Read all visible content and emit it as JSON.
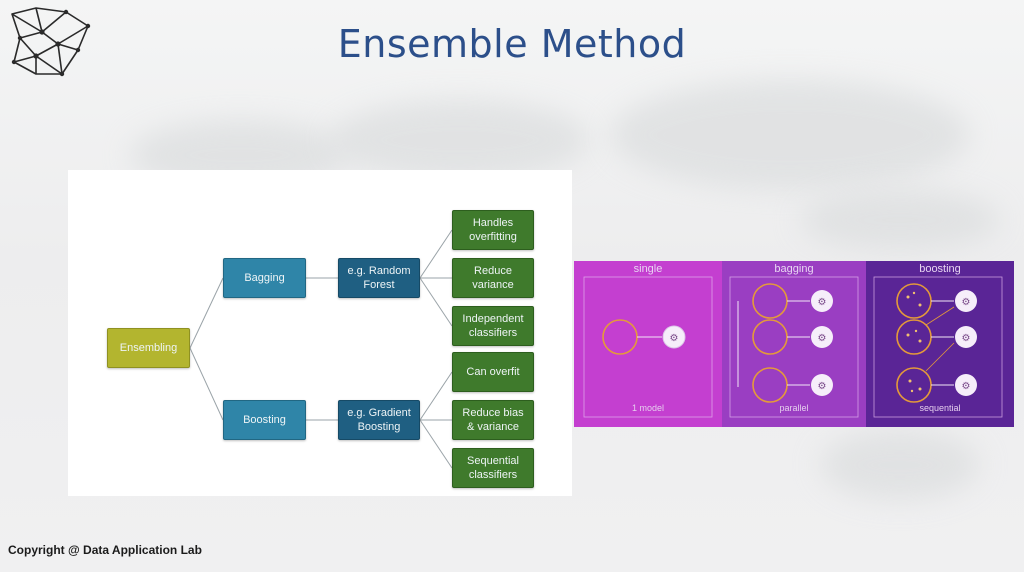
{
  "slide": {
    "title": "Ensemble Method",
    "footer": "Copyright @ Data Application Lab"
  },
  "diagram": {
    "root": "Ensembling",
    "methods": [
      {
        "label": "Bagging",
        "example": "e.g. Random\nForest",
        "properties": [
          "Handles\noverfitting",
          "Reduce\nvariance",
          "Independent\nclassifiers"
        ]
      },
      {
        "label": "Boosting",
        "example": "e.g. Gradient\nBoosting",
        "properties": [
          "Can overfit",
          "Reduce bias\n& variance",
          "Sequential\nclassifiers"
        ]
      }
    ]
  },
  "illustration": {
    "columns": [
      {
        "heading": "single",
        "caption": "1 model",
        "color": "#c43fd0"
      },
      {
        "heading": "bagging",
        "caption": "parallel",
        "color": "#9a3ec2"
      },
      {
        "heading": "boosting",
        "caption": "sequential",
        "color": "#5a2596"
      }
    ]
  }
}
